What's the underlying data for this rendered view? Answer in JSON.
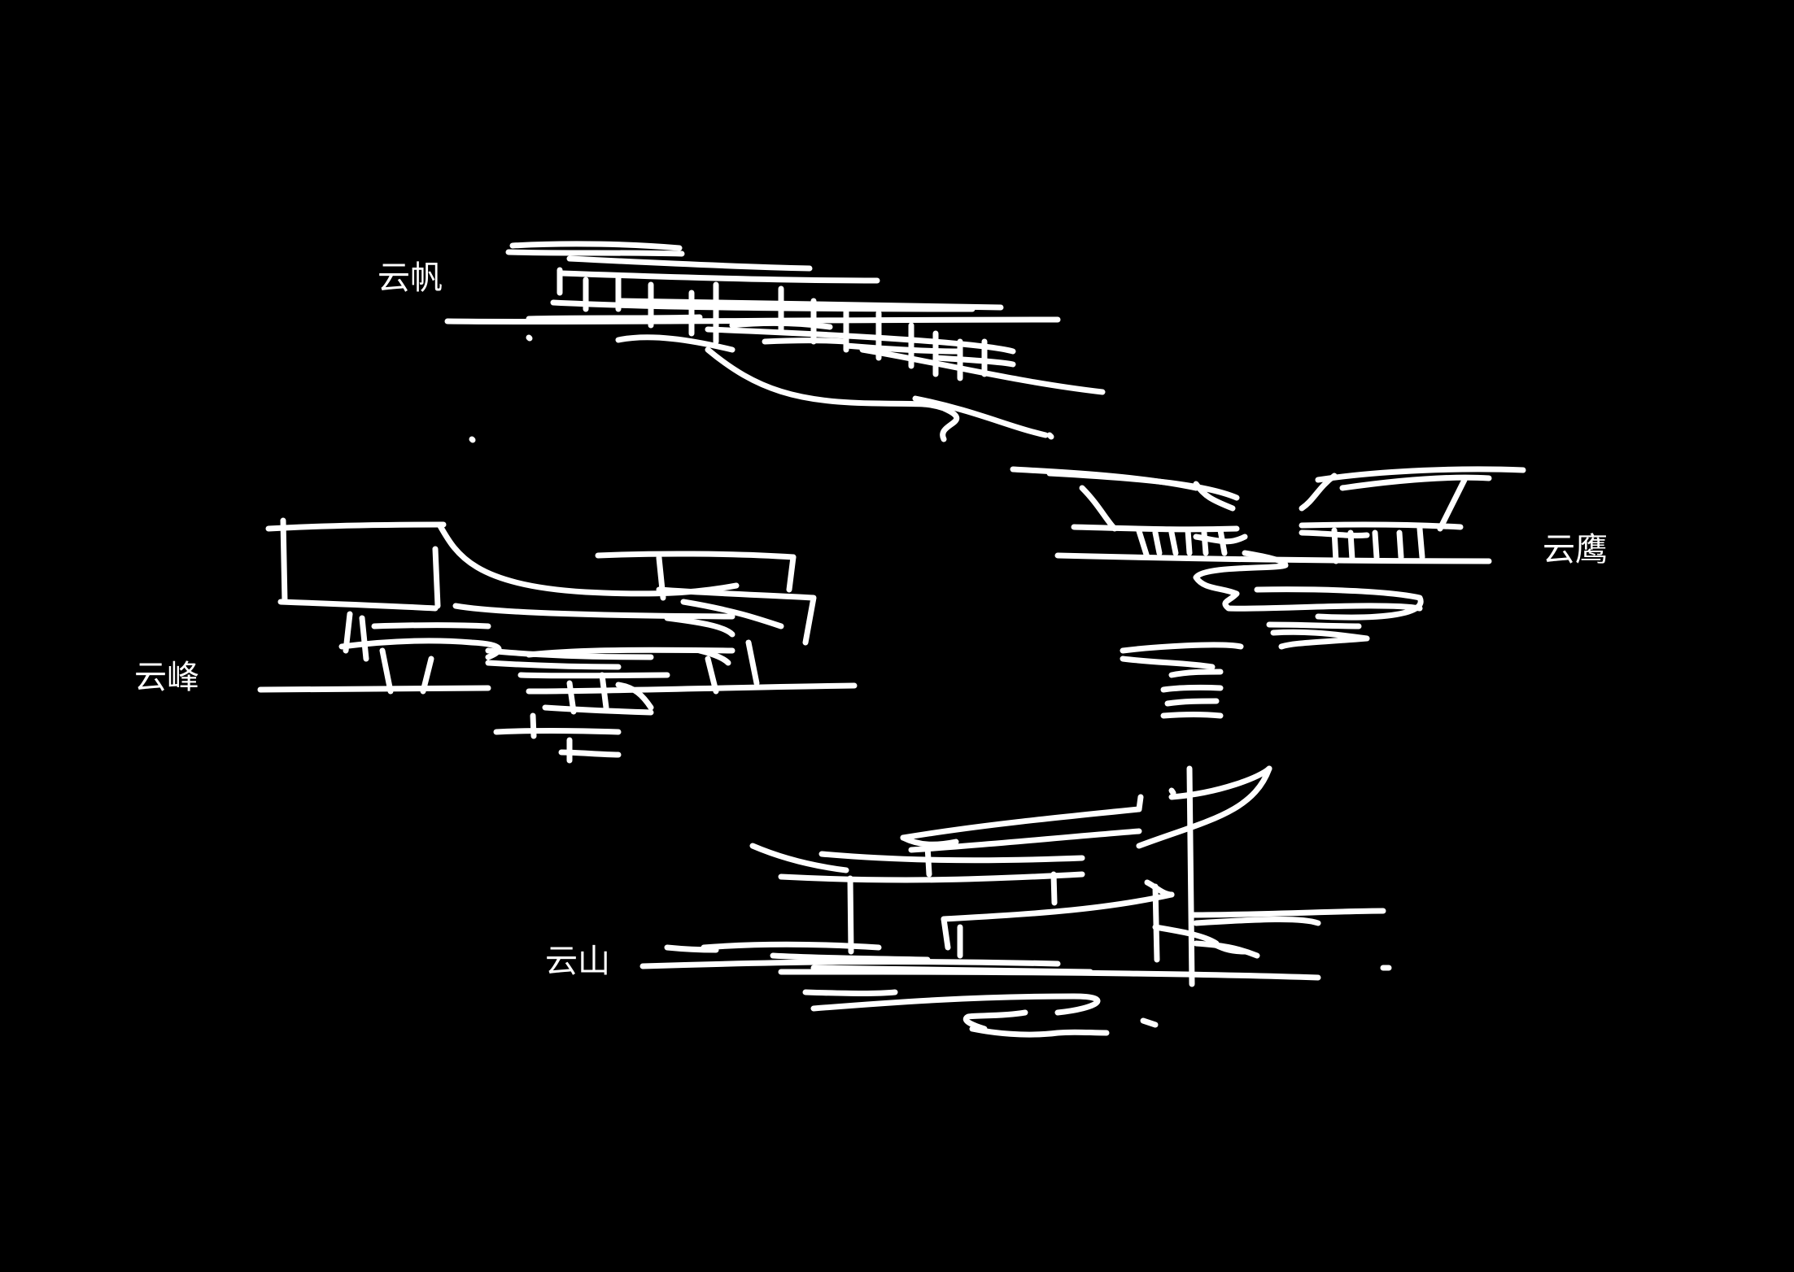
{
  "background_color": "#000000",
  "stroke_color": "#ffffff",
  "sketches": [
    {
      "label": "云帆"
    },
    {
      "label": "云鹰"
    },
    {
      "label": "云峰"
    },
    {
      "label": "云山"
    }
  ]
}
